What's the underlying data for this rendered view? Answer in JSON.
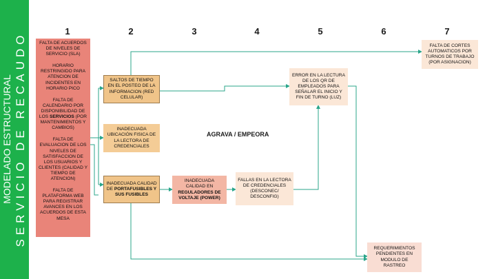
{
  "sidebar": {
    "title": "MODELADO ESTRUCTURAL",
    "subtitle": "SERVICIO DE RECAUDO",
    "color": "#1db14b"
  },
  "columns": [
    "1",
    "2",
    "3",
    "4",
    "5",
    "6",
    "7"
  ],
  "center_label": "AGRAVA / EMPEORA",
  "causes": [
    "FALTA DE ACUERDOS DE NIVELES DE SERVICIO (SLA)",
    "HORARIO RESTRINGIDO PARA ATENCION DE INCIDENTES EN HORARIO PICO",
    [
      "FALTA DE CALENDARIO POR DISPONIBILIDAD DE LOS ",
      "SERVICIOS",
      " (POR MANTENIMIENTOS Y CAMBIOS)"
    ],
    "FALTA DE EVALUACION DE LOS NIVELES DE SATISFACCION DE LOS USUARIOS Y CLIENTES (CALIDAD Y TIEMPO DE ATENCION)",
    "FALTA DE PLATAFORMA WEB PARA REGISTRAR AVANCES EN LOS ACUERDOS DE ESTA MESA"
  ],
  "boxes": {
    "saltos": "SALTOS DE TIEMPO EN EL POSTEO DE LA INFORMACION (RED CELULAR)",
    "ubicacion": "INADECUADA UBICACIÓN FISICA DE LA LECTORA DE CREDENCIALES",
    "portafusibles": [
      "INADECUADA CALIDAD DE ",
      "PORTAFUSIBLES Y SUS FUSIBLES"
    ],
    "reguladores": [
      "INADECUADA CALIDAD EN ",
      "REGULADORES DE VOLTAJE (POWER)"
    ],
    "fallas": "FALLAS EN LA LECTORA DE CREDENCIALES (DESCONEC/ DESCONFIG)",
    "error_qr": "ERROR EN LA LECTURA DE LOS QR DE EMPLEADOS PARA SEÑALAR EL INICIO Y FIN DE TURNO (LUZ)",
    "cortes": "FALTA DE CORTES AUTOMATICOS POR TURNOS DE TRABAJO (POR ASIGNACION)",
    "requerimientos": "REQUERIMIENTOS PENDIENTES EN MODULO DE RASTREO"
  },
  "colors": {
    "arrow": "#2aa58a",
    "causes_box": "#e98479",
    "orange_box": "#f4cc96",
    "salmon_box": "#f3b6a4",
    "pink_box": "#f9ddd3",
    "cream_box": "#fbe7d7"
  }
}
